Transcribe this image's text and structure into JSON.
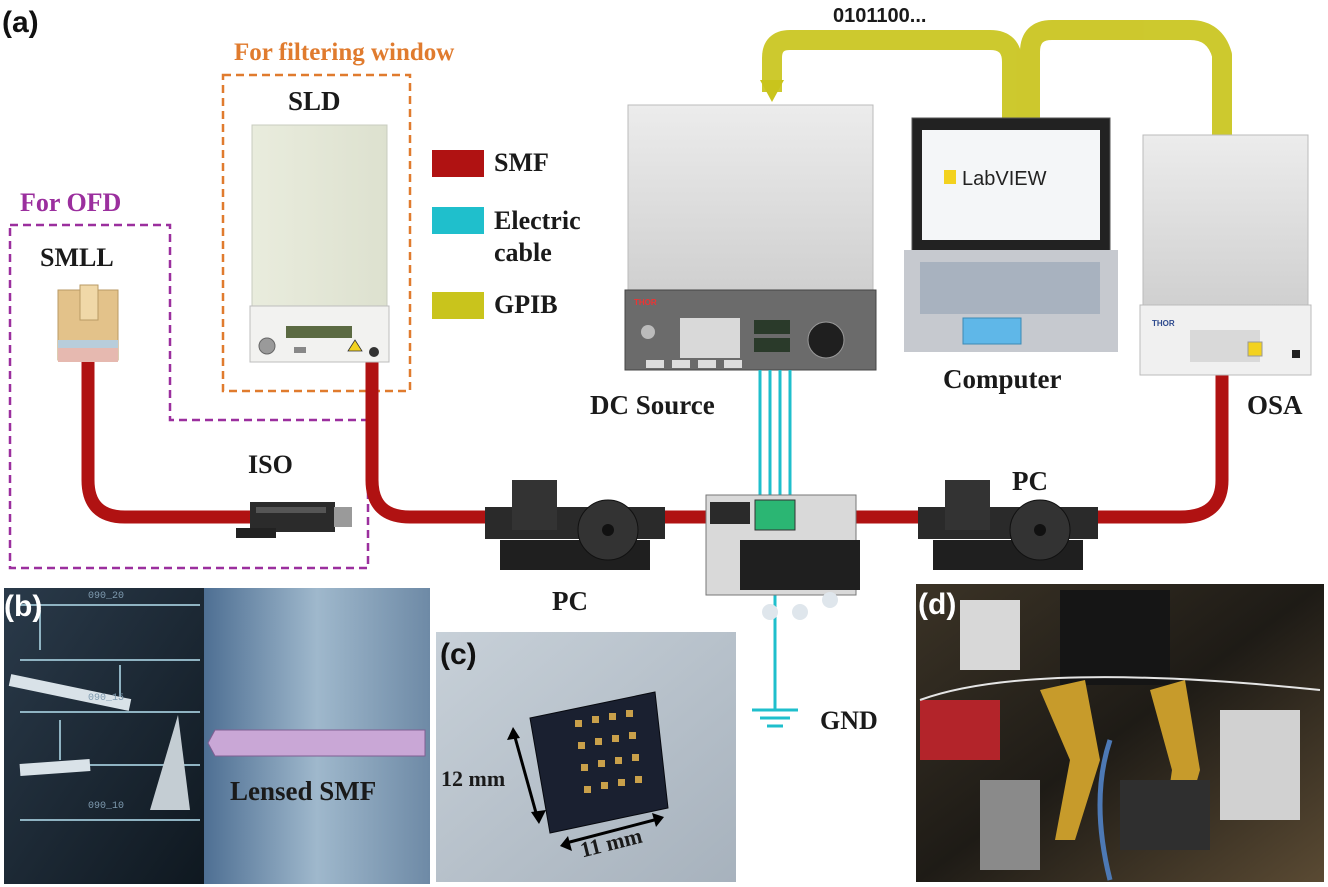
{
  "panels": {
    "a": "(a)",
    "b": "(b)",
    "c": "(c)",
    "d": "(d)"
  },
  "labels": {
    "binary": "0101100...",
    "filtering_window": "For filtering window",
    "sld": "SLD",
    "for_ofd": "For OFD",
    "smll": "SMLL",
    "iso": "ISO",
    "dc_source": "DC Source",
    "computer": "Computer",
    "osa": "OSA",
    "pc_left": "PC",
    "pc_right": "PC",
    "gnd": "GND",
    "labview": "LabVIEW",
    "thor_brand": "THOR"
  },
  "legend": [
    {
      "label": "SMF",
      "color": "#b01212"
    },
    {
      "label": "Electric\ncable",
      "color": "#1fbfcc"
    },
    {
      "label": "GPIB",
      "color": "#c9c41c"
    }
  ],
  "panel_b": {
    "caption": "Lensed SMF",
    "codes": [
      "090_20",
      "090_15",
      "090_10"
    ]
  },
  "panel_c": {
    "height_label": "12 mm",
    "width_label": "11 mm"
  },
  "colors": {
    "smf": "#b01212",
    "electric": "#1fbfcc",
    "gpib": "#c9c41c",
    "orange": "#e07b2e",
    "purple": "#9b2f9e"
  }
}
